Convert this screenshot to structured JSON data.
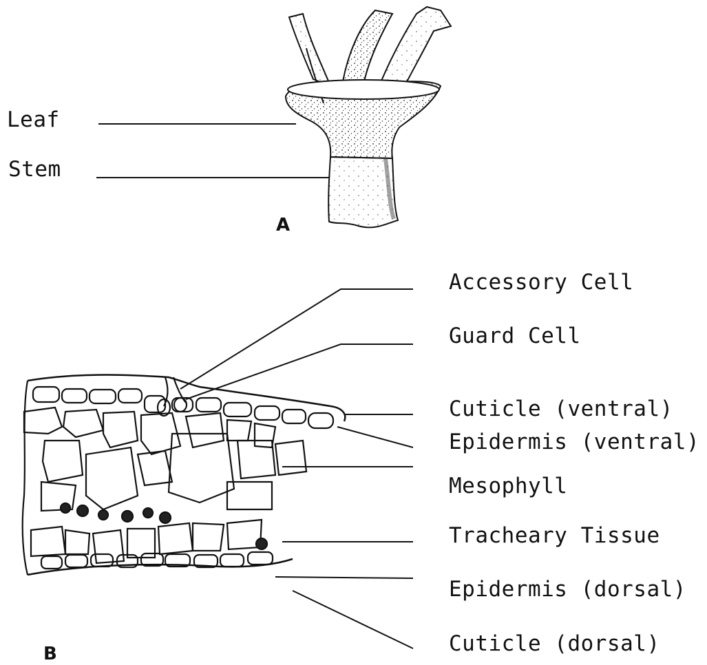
{
  "figure_a": {
    "panel_label": "A",
    "labels": {
      "leaf": "Leaf",
      "stem": "Stem"
    }
  },
  "figure_b": {
    "panel_label": "B",
    "labels": {
      "accessory_cell": "Accessory Cell",
      "guard_cell": "Guard Cell",
      "cuticle_ventral": "Cuticle (ventral)",
      "epidermis_ventral": "Epidermis (ventral)",
      "mesophyll": "Mesophyll",
      "tracheary_tissue": "Tracheary Tissue",
      "epidermis_dorsal": "Epidermis (dorsal)",
      "cuticle_dorsal": "Cuticle (dorsal)"
    }
  },
  "colors": {
    "ink": "#111111",
    "paper": "#ffffff"
  }
}
